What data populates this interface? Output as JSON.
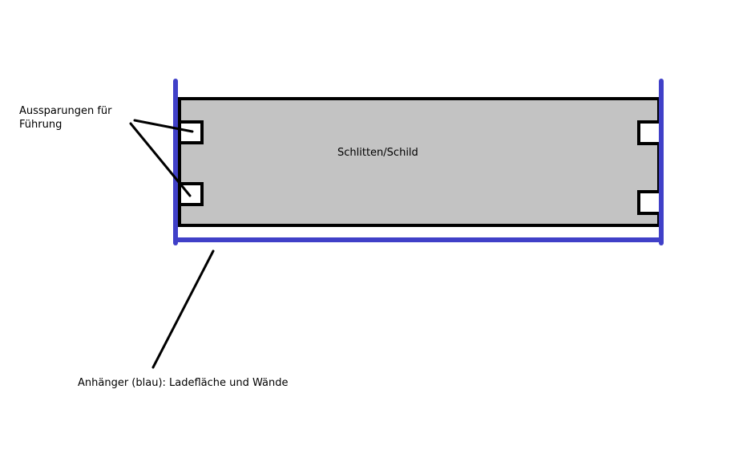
{
  "labels": {
    "sled": "Schlitten/Schild",
    "cutouts_line1": "Aussparungen für",
    "cutouts_line2": "Führung",
    "trailer": "Anhänger (blau): Ladefläche und Wände"
  },
  "colors": {
    "trailer_blue": "#4040c8",
    "sled_fill": "#c3c3c3",
    "outline": "#000000",
    "background": "#ffffff"
  }
}
